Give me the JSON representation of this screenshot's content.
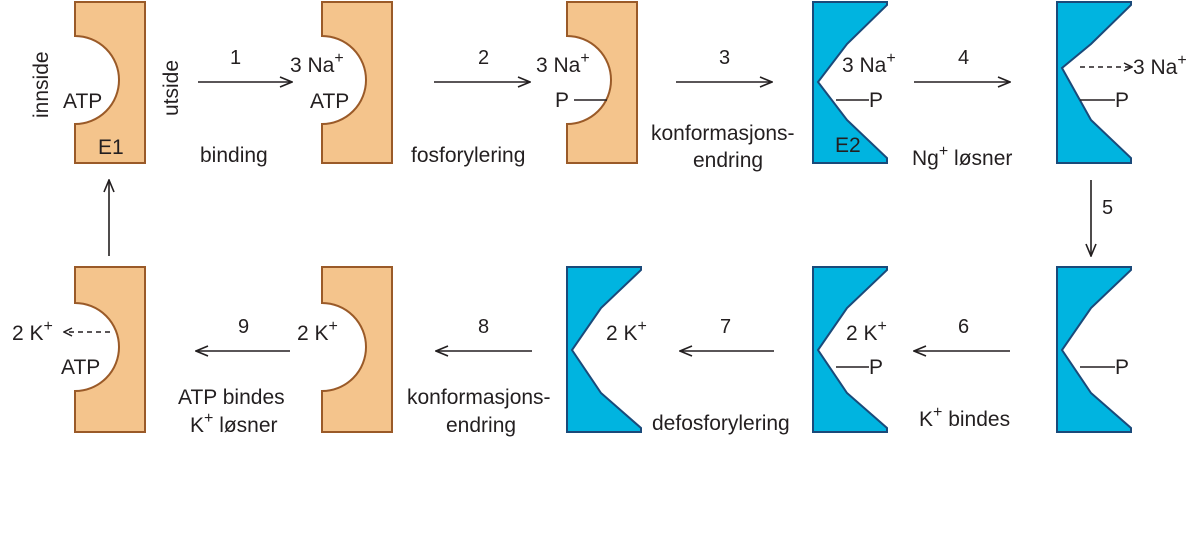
{
  "labels": {
    "inside": "innside",
    "outside": "utside",
    "atp": "ATP",
    "e1": "E1",
    "e2": "E2",
    "na": "3 Na",
    "k": "2 K",
    "k_short": "K",
    "plus": "+",
    "p": "P"
  },
  "steps": {
    "s1": {
      "num": "1",
      "caption": "binding"
    },
    "s2": {
      "num": "2",
      "caption": "fosforylering"
    },
    "s3": {
      "num": "3",
      "caption_line1": "konformasjons-",
      "caption_line2": "endring"
    },
    "s4": {
      "num": "4",
      "caption": "Ng",
      "caption_rest": " løsner"
    },
    "s5": {
      "num": "5"
    },
    "s6": {
      "num": "6",
      "caption_rest": " bindes"
    },
    "s7": {
      "num": "7",
      "caption": "defosforylering"
    },
    "s8": {
      "num": "8",
      "caption_line1": "konformasjons-",
      "caption_line2": "endring"
    },
    "s9": {
      "num": "9",
      "caption_line1": "ATP bindes",
      "caption_line2_rest": " løsner"
    }
  },
  "colors": {
    "e1_fill": "#f4c48c",
    "e1_stroke": "#9a5a28",
    "e2_fill": "#00b4e0",
    "e2_stroke": "#1a4a7a"
  }
}
